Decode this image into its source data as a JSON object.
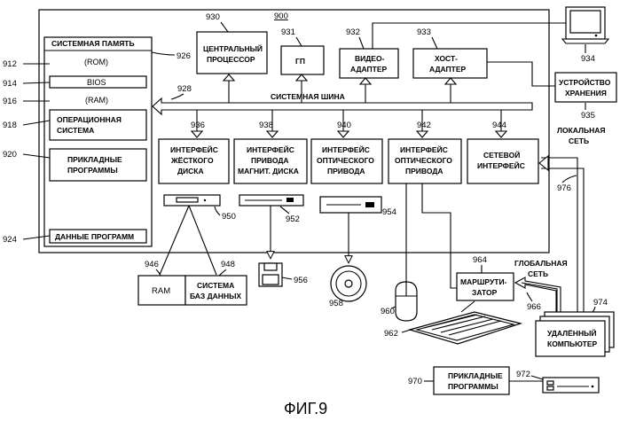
{
  "diagram": {
    "system_number": "900",
    "figure_caption": "ФИГ.9",
    "memory": {
      "title": "СИСТЕМНАЯ ПАМЯТЬ",
      "rom": "(ROM)",
      "bios": "BIOS",
      "ram": "(RAM)",
      "os": [
        "ОПЕРАЦИОННАЯ",
        "СИСТЕМА"
      ],
      "apps": [
        "ПРИКЛАДНЫЕ",
        "ПРОГРАММЫ"
      ],
      "data": "ДАННЫЕ ПРОГРАММ"
    },
    "bus_label": "СИСТЕМНАЯ ШИНА",
    "cpu": [
      "ЦЕНТРАЛЬНЫЙ",
      "ПРОЦЕССОР"
    ],
    "gpu": "ГП",
    "video": [
      "ВИДЕО-",
      "АДАПТЕР"
    ],
    "host": [
      "ХОСТ-",
      "АДАПТЕР"
    ],
    "storage": [
      "УСТРОЙСТВО",
      "ХРАНЕНИЯ"
    ],
    "hdd_if": [
      "ИНТЕРФЕЙС",
      "ЖЁСТКОГО",
      "ДИСКА"
    ],
    "mag_if": [
      "ИНТЕРФЕЙС",
      "ПРИВОДА",
      "МАГНИТ. ДИСКА"
    ],
    "opt_if1": [
      "ИНТЕРФЕЙС",
      "ОПТИЧЕСКОГО",
      "ПРИВОДА"
    ],
    "opt_if2": [
      "ИНТЕРФЕЙС",
      "ОПТИЧЕСКОГО",
      "ПРИВОДА"
    ],
    "net_if": [
      "СЕТЕВОЙ",
      "ИНТЕРФЕЙС"
    ],
    "ram_ext": "RAM",
    "db": [
      "СИСТЕМА",
      "БАЗ ДАННЫХ"
    ],
    "router": [
      "МАРШРУТИ-",
      "ЗАТОР"
    ],
    "remote": [
      "УДАЛЁННЫЙ",
      "КОМПЬЮТЕР"
    ],
    "remote_apps": [
      "ПРИКЛАДНЫЕ",
      "ПРОГРАММЫ"
    ],
    "lan": [
      "ЛОКАЛЬНАЯ",
      "СЕТЬ"
    ],
    "wan": [
      "ГЛОБАЛЬНАЯ",
      "СЕТЬ"
    ],
    "refs": {
      "r912": "912",
      "r914": "914",
      "r916": "916",
      "r918": "918",
      "r920": "920",
      "r924": "924",
      "r926": "926",
      "r928": "928",
      "r930": "930",
      "r931": "931",
      "r932": "932",
      "r933": "933",
      "r934": "934",
      "r935": "935",
      "r936": "936",
      "r938": "938",
      "r940": "940",
      "r942": "942",
      "r944": "944",
      "r946": "946",
      "r948": "948",
      "r950": "950",
      "r952": "952",
      "r954": "954",
      "r956": "956",
      "r958": "958",
      "r960": "960",
      "r962": "962",
      "r964": "964",
      "r966": "966",
      "r970": "970",
      "r972": "972",
      "r974": "974",
      "r976": "976"
    }
  }
}
